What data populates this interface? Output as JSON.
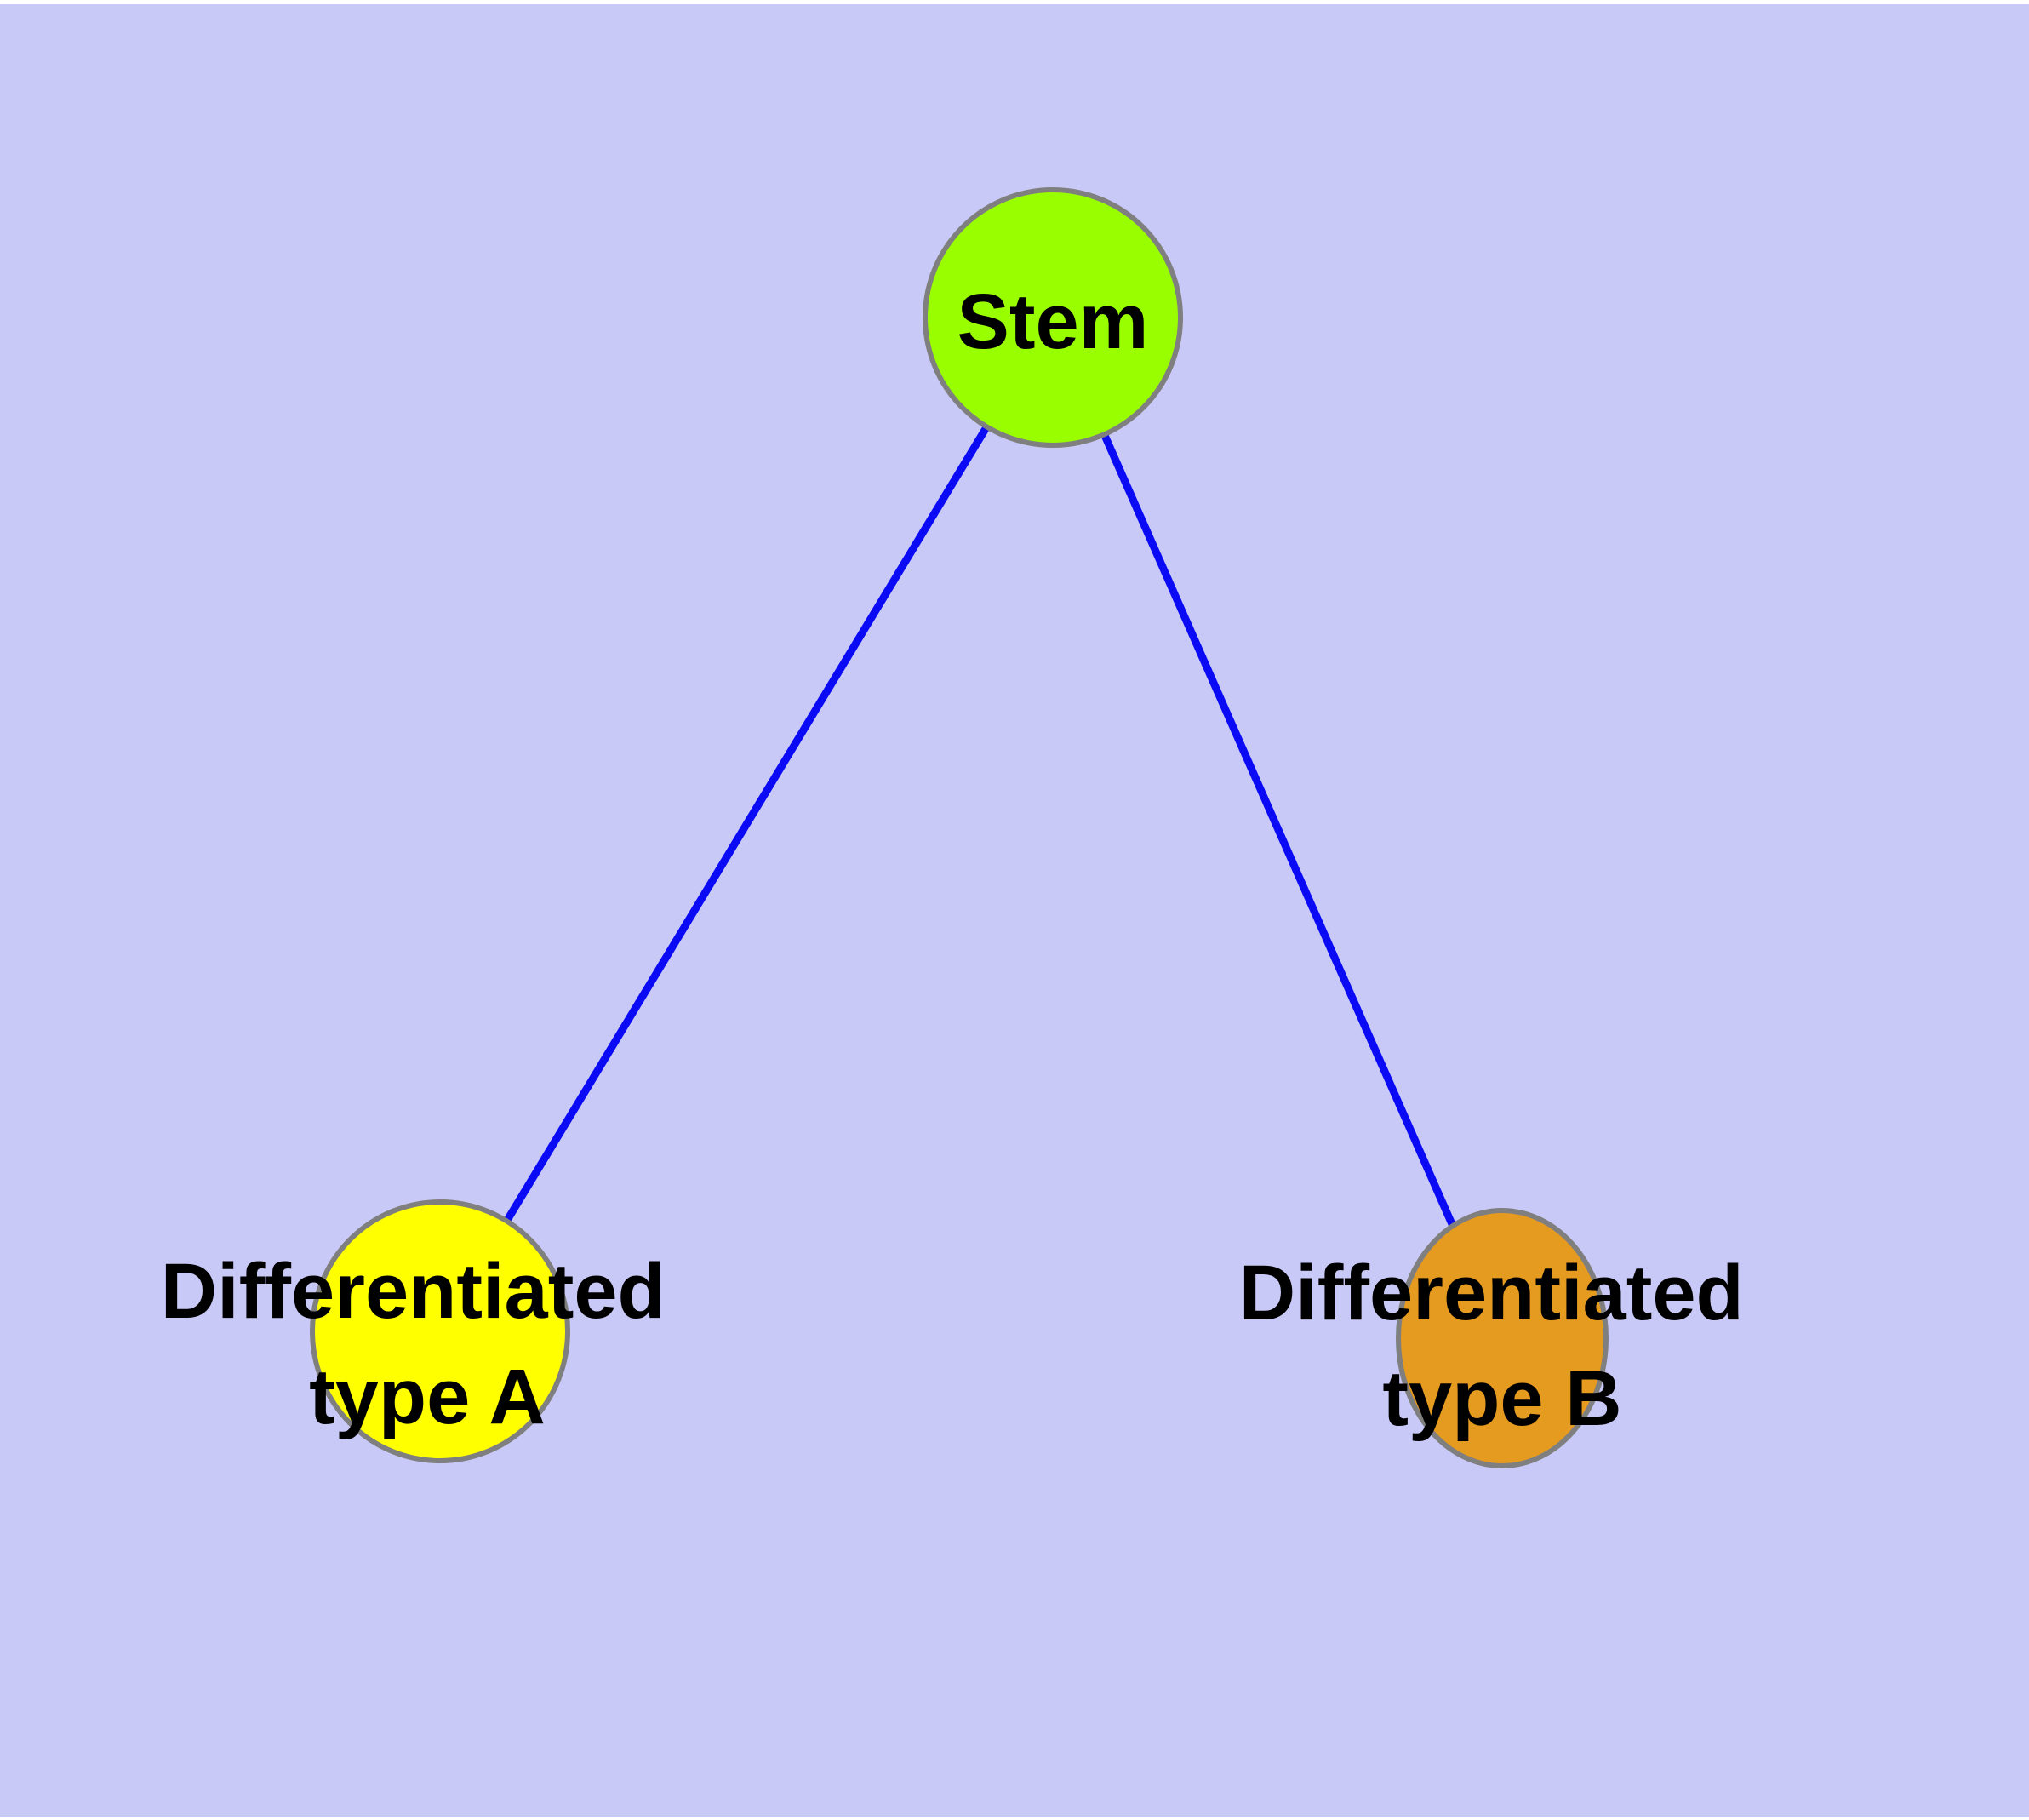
{
  "diagram": {
    "title": "",
    "background_color": "#C9C9F7",
    "margin_color": "#FFFFFF",
    "node_border_color": "#7F7F7F",
    "edge_color": "#0A0AF5",
    "text_color": "#000000",
    "nodes": [
      {
        "id": "stem",
        "label": "Stem",
        "color": "#99FE00"
      },
      {
        "id": "differentiated-type-a",
        "label": "Differentiated type A",
        "label_lines": [
          "Differentiated",
          "type A"
        ],
        "color": "#FFFF00"
      },
      {
        "id": "differentiated-type-b",
        "label": "Differentiated type B",
        "label_lines": [
          "Differentiated",
          "type B"
        ],
        "color": "#E59A20"
      }
    ],
    "edges": [
      {
        "from": "stem",
        "to": "differentiated-type-a"
      },
      {
        "from": "stem",
        "to": "differentiated-type-b"
      }
    ]
  }
}
